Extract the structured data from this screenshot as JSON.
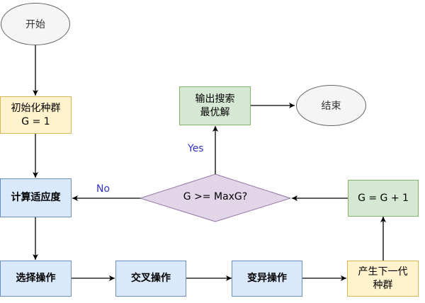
{
  "diagram": {
    "nodes": {
      "start": "开始",
      "init": [
        "初始化种群",
        "G = 1"
      ],
      "fitness": "计算适应度",
      "select": "选择操作",
      "crossover": "交叉操作",
      "mutate": "变异操作",
      "next_gen": [
        "产生下一代",
        "种群"
      ],
      "increment": "G = G + 1",
      "decision": "G >= MaxG?",
      "output": [
        "输出搜索",
        "最优解"
      ],
      "end": "结束"
    },
    "edges": {
      "yes_label": "Yes",
      "no_label": "No"
    },
    "colors": {
      "process_fill": "#dae8fc",
      "process_stroke": "#6c8ebf",
      "init_fill": "#fff2cc",
      "init_stroke": "#d6b656",
      "green_fill": "#d5e8d4",
      "green_stroke": "#82b366",
      "decision_fill": "#e1d5e7",
      "decision_stroke": "#9673a6",
      "terminal_fill": "#f5f5f5",
      "terminal_stroke": "#666666",
      "edge_label_color": "#3333cc"
    }
  }
}
